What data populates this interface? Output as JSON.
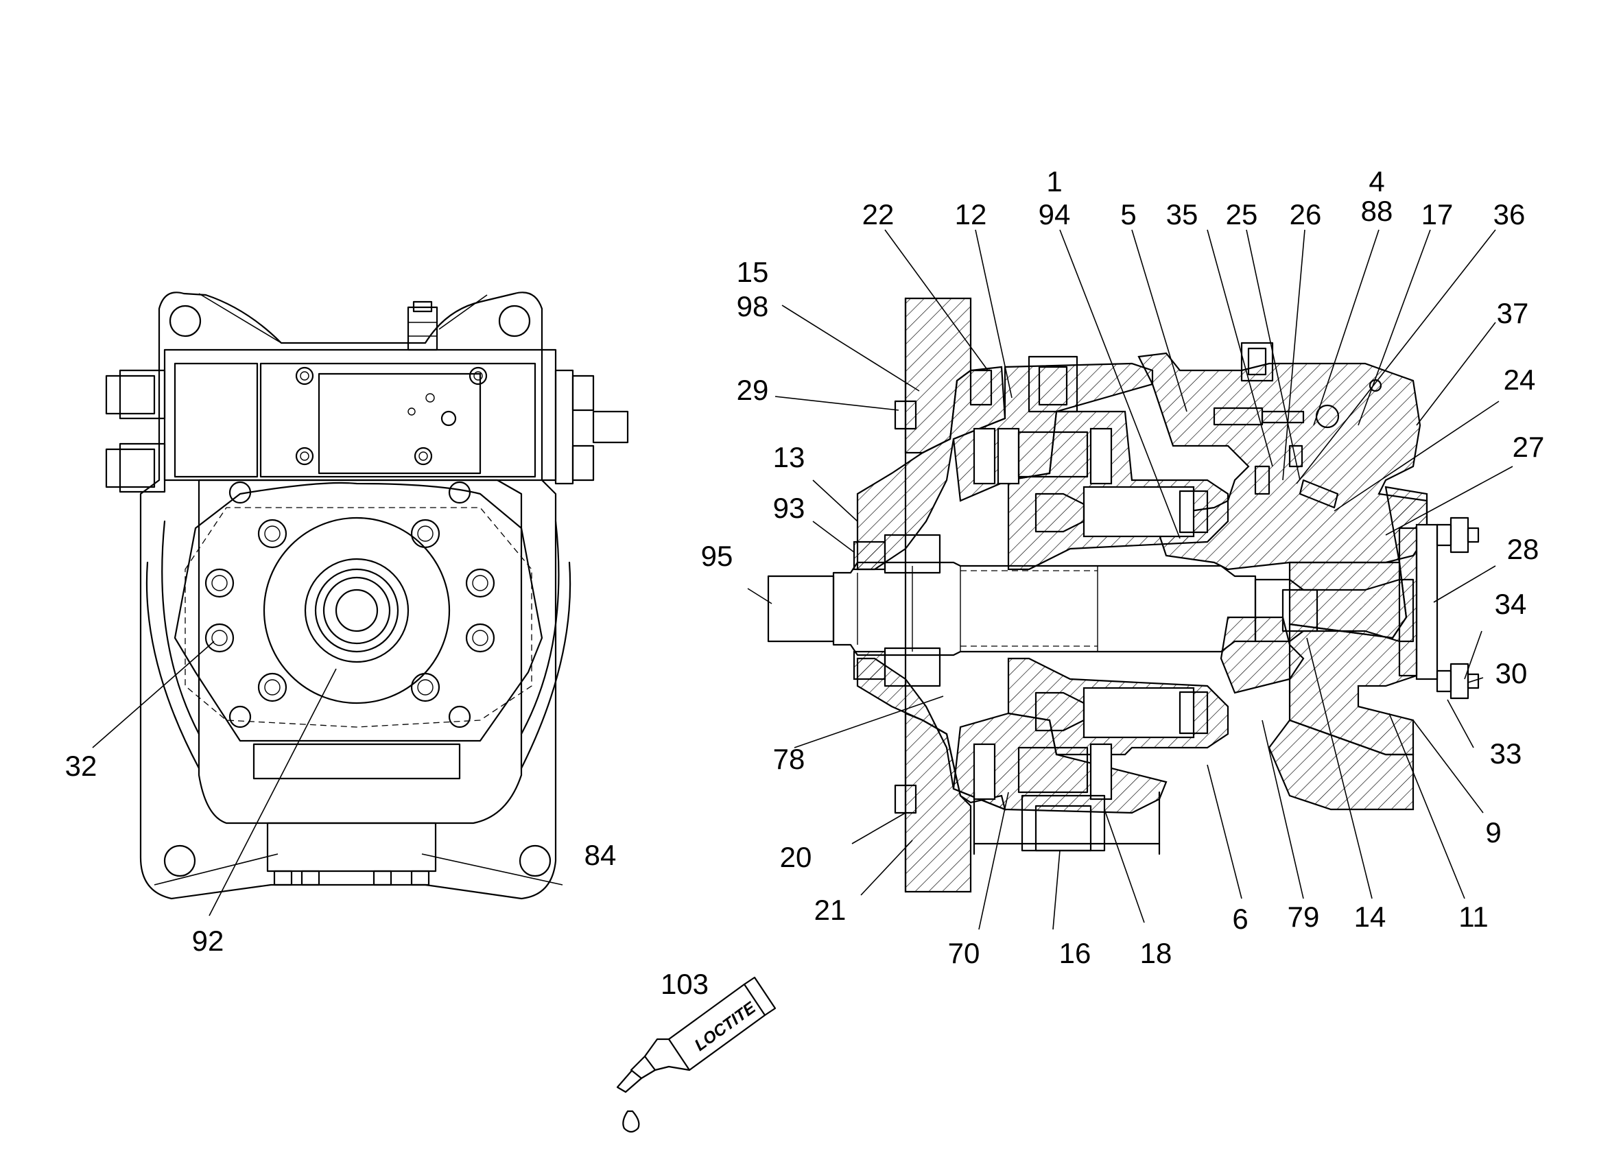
{
  "callouts": {
    "c1": "1",
    "c94": "94",
    "c22": "22",
    "c12": "12",
    "c5": "5",
    "c35": "35",
    "c25": "25",
    "c26": "26",
    "c4": "4",
    "c88": "88",
    "c17": "17",
    "c36": "36",
    "c15": "15",
    "c98": "98",
    "c29": "29",
    "c37": "37",
    "c24": "24",
    "c27": "27",
    "c13": "13",
    "c93": "93",
    "c95": "95",
    "c28": "28",
    "c34": "34",
    "c30": "30",
    "c33": "33",
    "c32": "32",
    "c78": "78",
    "c9": "9",
    "c84": "84",
    "c20": "20",
    "c21": "21",
    "c92": "92",
    "c6": "6",
    "c79": "79",
    "c14": "14",
    "c11": "11",
    "c70": "70",
    "c16": "16",
    "c18": "18",
    "c103": "103"
  },
  "tube_label": "LOCTITE"
}
